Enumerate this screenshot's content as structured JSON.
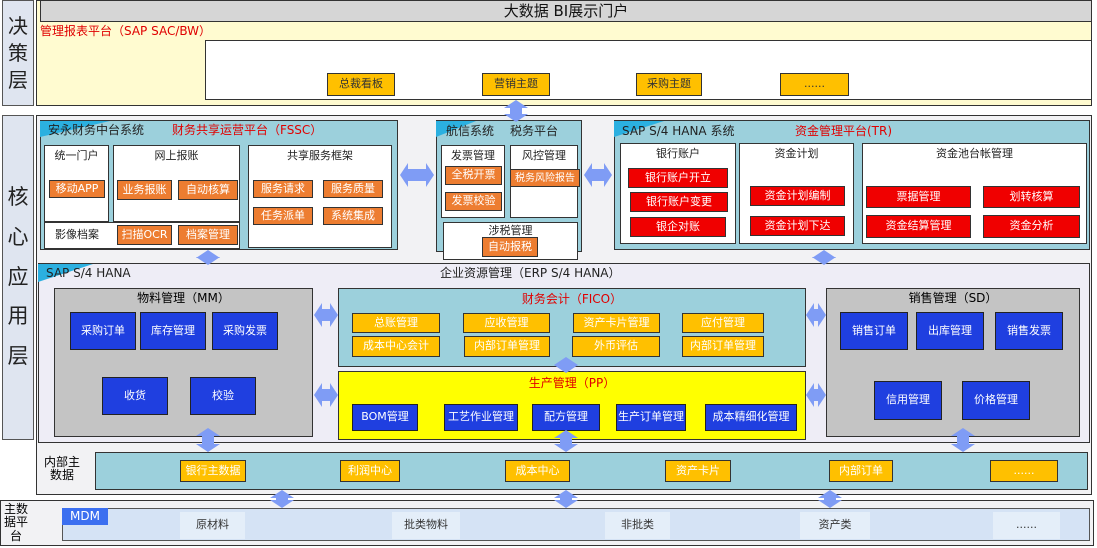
{
  "top_title": "大数据 BI展示门户",
  "side_labels": {
    "decision": "决策层",
    "core": "核心应用层",
    "master": "主数据平台",
    "internal_md": "内部主数据"
  },
  "decision": {
    "title": "管理报表平台（SAP SAC/BW）",
    "items": [
      "总裁看板",
      "营销主题",
      "采购主题",
      "......"
    ]
  },
  "fssc": {
    "system": "安永财务中台系统",
    "title": "财务共享运营平台（FSSC）",
    "portal": {
      "title": "统一门户",
      "items": [
        "移动APP"
      ]
    },
    "reimburse": {
      "title": "网上报账",
      "items": [
        "业务报账",
        "自动核算"
      ]
    },
    "archive": {
      "title": "影像档案",
      "items": [
        "扫描OCR",
        "档案管理"
      ]
    },
    "framework": {
      "title": "共享服务框架",
      "items": [
        "服务请求",
        "服务质量",
        "任务派单",
        "系统集成"
      ]
    }
  },
  "tax": {
    "system": "航信系统",
    "title": "税务平台",
    "invoice": {
      "title": "发票管理",
      "items": [
        "全税开票",
        "发票校验"
      ]
    },
    "risk": {
      "title": "风控管理",
      "items": [
        "税务风险报告"
      ]
    },
    "taxmgmt": {
      "title": "涉税管理",
      "items": [
        "自动报税"
      ]
    }
  },
  "tr": {
    "system": "SAP S/4 HANA 系统",
    "title": "资金管理平台(TR)",
    "bank": {
      "title": "银行账户",
      "items": [
        "银行账户开立",
        "银行账户变更",
        "银企对账"
      ]
    },
    "plan": {
      "title": "资金计划",
      "items": [
        "资金计划编制",
        "资金计划下达"
      ]
    },
    "pool": {
      "title": "资金池台帐管理",
      "items": [
        "票据管理",
        "划转核算",
        "资金结算管理",
        "资金分析"
      ]
    }
  },
  "erp": {
    "tag": "SAP S/4 HANA",
    "title": "企业资源管理（ERP S/4 HANA）",
    "mm": {
      "title": "物料管理（MM）",
      "items": [
        "采购订单",
        "库存管理",
        "采购发票",
        "收货",
        "校验"
      ]
    },
    "fico": {
      "title": "财务会计（FICO）",
      "items": [
        "总账管理",
        "应收管理",
        "资产卡片管理",
        "应付管理",
        "成本中心会计",
        "内部订单管理",
        "外币评估",
        "内部订单管理"
      ]
    },
    "pp": {
      "title": "生产管理（PP）",
      "items": [
        "BOM管理",
        "工艺作业管理",
        "配方管理",
        "生产订单管理",
        "成本精细化管理"
      ]
    },
    "sd": {
      "title": "销售管理（SD）",
      "items": [
        "销售订单",
        "出库管理",
        "销售发票",
        "信用管理",
        "价格管理"
      ]
    }
  },
  "internal_md": {
    "items": [
      "银行主数据",
      "利润中心",
      "成本中心",
      "资产卡片",
      "内部订单",
      "......"
    ]
  },
  "mdm": {
    "tag": "MDM",
    "items": [
      "原材料",
      "批类物料",
      "非批类",
      "资产类",
      "......"
    ]
  },
  "colors": {
    "orange": "#ed7d31",
    "gold": "#ffc000",
    "red": "#f00000",
    "blue": "#1f3fe0",
    "teal": "#9cd0dc",
    "yellow": "#ffff00",
    "arrow": "#7f9cf5"
  }
}
